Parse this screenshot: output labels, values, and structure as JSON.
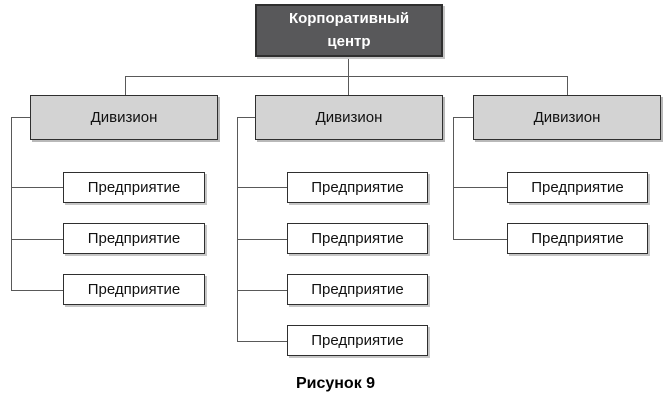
{
  "org": {
    "root": {
      "label": "Корпоративный центр"
    },
    "divisions": [
      {
        "label": "Дивизион",
        "enterprises": [
          {
            "label": "Предприятие"
          },
          {
            "label": "Предприятие"
          },
          {
            "label": "Предприятие"
          }
        ]
      },
      {
        "label": "Дивизион",
        "enterprises": [
          {
            "label": "Предприятие"
          },
          {
            "label": "Предприятие"
          },
          {
            "label": "Предприятие"
          },
          {
            "label": "Предприятие"
          }
        ]
      },
      {
        "label": "Дивизион",
        "enterprises": [
          {
            "label": "Предприятие"
          },
          {
            "label": "Предприятие"
          }
        ]
      }
    ]
  },
  "caption": "Рисунок 9",
  "colors": {
    "root_fill": "#58585a",
    "root_text": "#ffffff",
    "division_fill": "#d3d3d3",
    "enterprise_fill": "#ffffff",
    "box_border": "#2f2f2f",
    "connector_line": "#595959",
    "shadow": "#c6c6c6",
    "caption_text": "#000000",
    "background": "#ffffff"
  }
}
